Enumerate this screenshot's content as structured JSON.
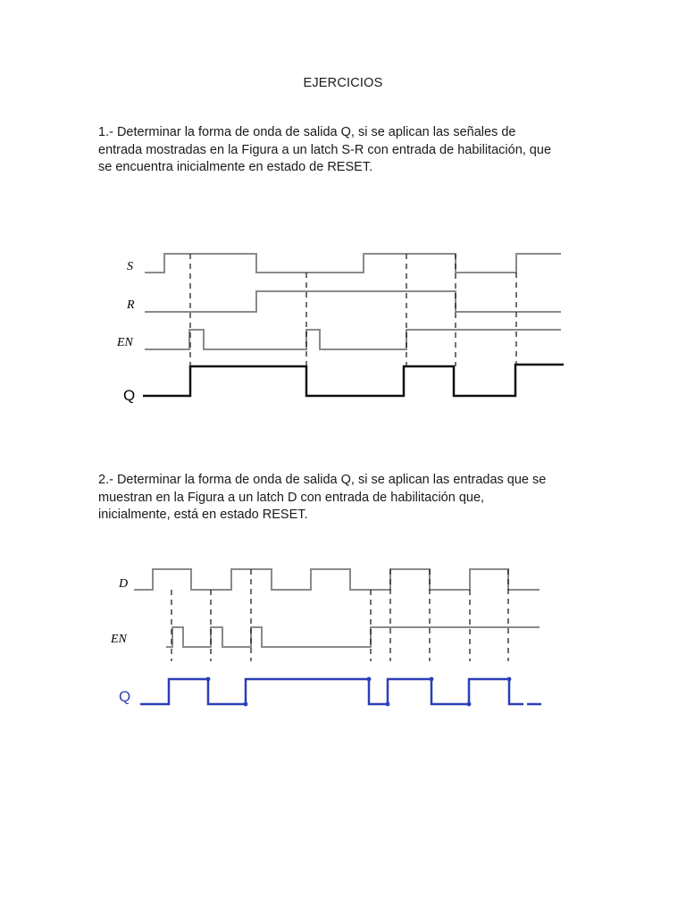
{
  "title": "EJERCICIOS",
  "exercise1": {
    "lines": [
      "1.- Determinar la forma de onda de salida Q, si se aplican las señales de",
      "entrada mostradas en la Figura a un latch S-R con entrada de habilitación, que",
      "se encuentra inicialmente en estado de RESET."
    ],
    "figure": {
      "labels": {
        "s": "S",
        "r": "R",
        "en": "EN",
        "q": "Q"
      },
      "colors": {
        "input": "#8a8a8a",
        "output": "#111111",
        "dashed": "#222222"
      }
    }
  },
  "exercise2": {
    "lines": [
      "2.- Determinar la forma de onda de salida Q, si se aplican las entradas que se",
      "muestran en la Figura a un latch D con entrada de habilitación que,",
      "inicialmente, está en estado RESET."
    ],
    "figure": {
      "labels": {
        "d": "D",
        "en": "EN",
        "q": "Q"
      },
      "colors": {
        "input": "#8a8a8a",
        "output": "#2b3fb8",
        "dashed": "#222222"
      }
    }
  }
}
